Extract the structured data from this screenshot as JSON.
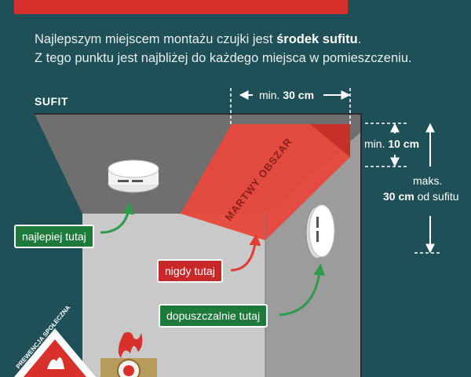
{
  "title": "",
  "intro": {
    "line1_pre": "Najlepszym miejscem montażu czujki jest ",
    "line1_bold": "środek sufitu",
    "line1_post": ".",
    "line2": "Z tego punktu jest najbliżej do każdego miejsca w pomieszczeniu."
  },
  "ceiling_label": "SUFIT",
  "dead_zone_label": "MARTWY OBSZAR",
  "dimensions": {
    "top_pre": "min. ",
    "top_value": "30 cm",
    "right_top_pre": "min. ",
    "right_top_value": "10 cm",
    "right_max_line1": "maks.",
    "right_max_value": "30 cm",
    "right_max_post": " od sufitu"
  },
  "callouts": {
    "best": "najlepiej tutaj",
    "never": "nigdy tutaj",
    "acceptable": "dopuszczalnie tutaj"
  },
  "logos": {
    "prevention_text": "PREWENCJA SPOŁECZNA"
  },
  "colors": {
    "background": "#1f4f57",
    "accent_red": "#d8302b",
    "dead_zone": "#e8483d",
    "ok_green": "#1e7a3a",
    "ceiling": "#6f6f6f",
    "wall": "#c9c9c9"
  }
}
